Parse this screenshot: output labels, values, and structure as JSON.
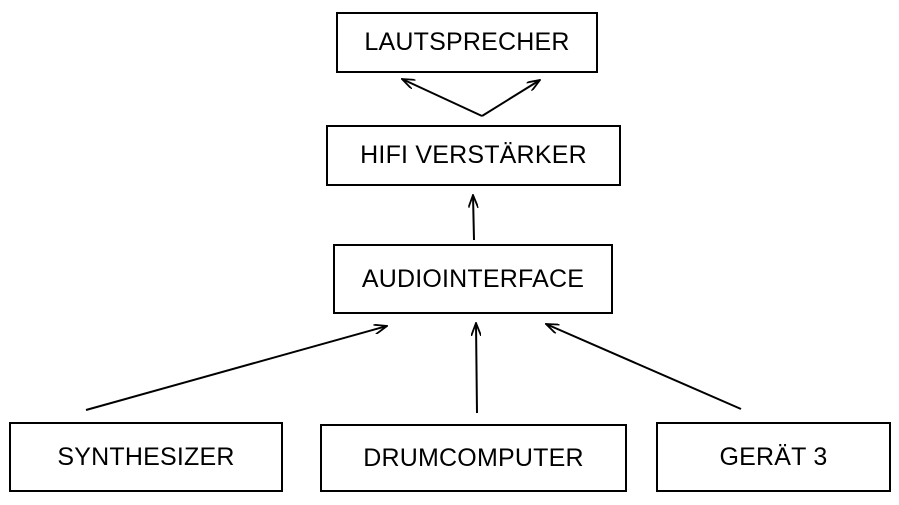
{
  "nodes": {
    "lautsprecher": "LAUTSPRECHER",
    "hifi": "HIFI VERSTÄRKER",
    "audiointerface": "AUDIOINTERFACE",
    "synthesizer": "SYNTHESIZER",
    "drumcomputer": "DRUMCOMPUTER",
    "geraet3": "GERÄT 3"
  },
  "edges": [
    {
      "from": "hifi",
      "to": "lautsprecher"
    },
    {
      "from": "hifi",
      "to": "lautsprecher"
    },
    {
      "from": "audiointerface",
      "to": "hifi"
    },
    {
      "from": "synthesizer",
      "to": "audiointerface"
    },
    {
      "from": "drumcomputer",
      "to": "audiointerface"
    },
    {
      "from": "geraet3",
      "to": "audiointerface"
    }
  ],
  "colors": {
    "line": "#000000",
    "box_border": "#000000",
    "background": "#ffffff"
  }
}
